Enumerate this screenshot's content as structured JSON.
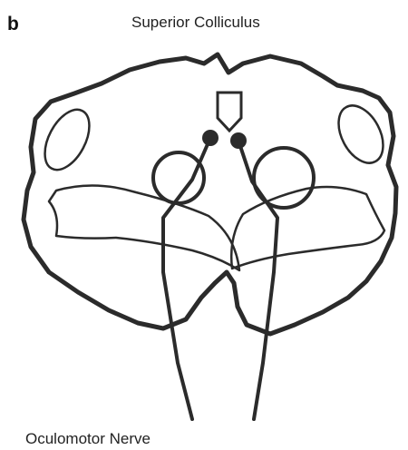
{
  "figure": {
    "panel_letter": "b",
    "labels": {
      "top": "Superior Colliculus",
      "bottom": "Oculomotor Nerve"
    },
    "colors": {
      "outline": "#2b2b2b",
      "background": "#ffffff"
    }
  }
}
